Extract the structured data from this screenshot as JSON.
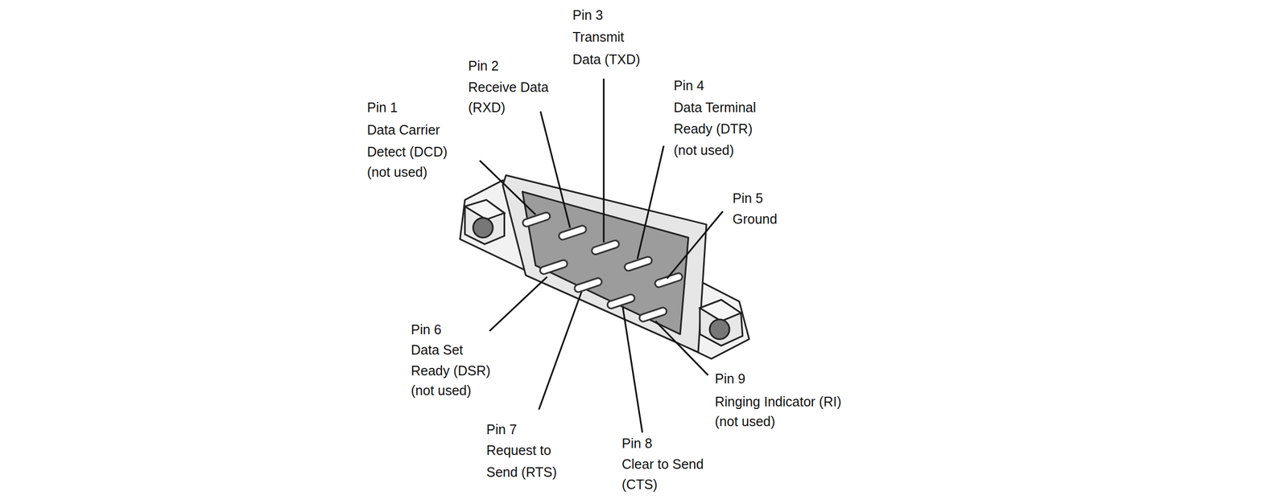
{
  "diagram": {
    "labels": [
      "Pin 3",
      "Transmit",
      "Data (TXD)",
      "Pin 2",
      "Receive Data",
      "(RXD)",
      "Pin 4",
      "Data Terminal",
      "Ready (DTR)",
      "(not used)",
      "Pin 1",
      "Data Carrier",
      "Detect (DCD)",
      "(not used)",
      "Pin 5",
      "Ground",
      "Pin 6",
      "Data Set",
      "Ready (DSR)",
      "(not used)",
      "Pin 9",
      "Ringing Indicator (RI)",
      "(not used)",
      "Pin 7",
      "Request to",
      "Send (RTS)",
      "Pin 8",
      "Clear to Send",
      "(CTS)"
    ]
  }
}
